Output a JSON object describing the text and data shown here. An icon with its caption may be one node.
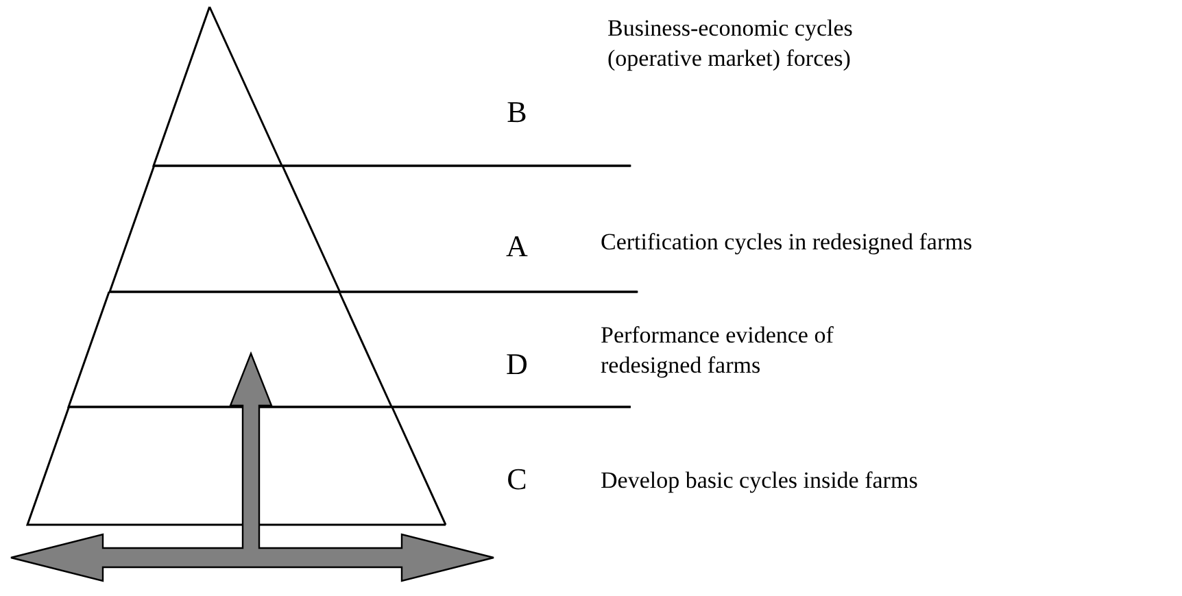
{
  "diagram": {
    "nodes": [
      {
        "text": [
          "B"
        ],
        "beside": [
          "Business-economic cycles (operative market) forces)"
        ]
      },
      {
        "text": [
          "A"
        ],
        "beside": [
          "Certification cycles in redesigned farms"
        ]
      },
      {
        "text": [
          "D"
        ],
        "beside": [
          "Performance evidence of redesigned farms"
        ]
      },
      {
        "text": [
          "C"
        ],
        "beside": [
          "Develop basic cycles inside farms"
        ]
      },
      {
        "text": [],
        "shape": "arrow"
      }
    ]
  }
}
